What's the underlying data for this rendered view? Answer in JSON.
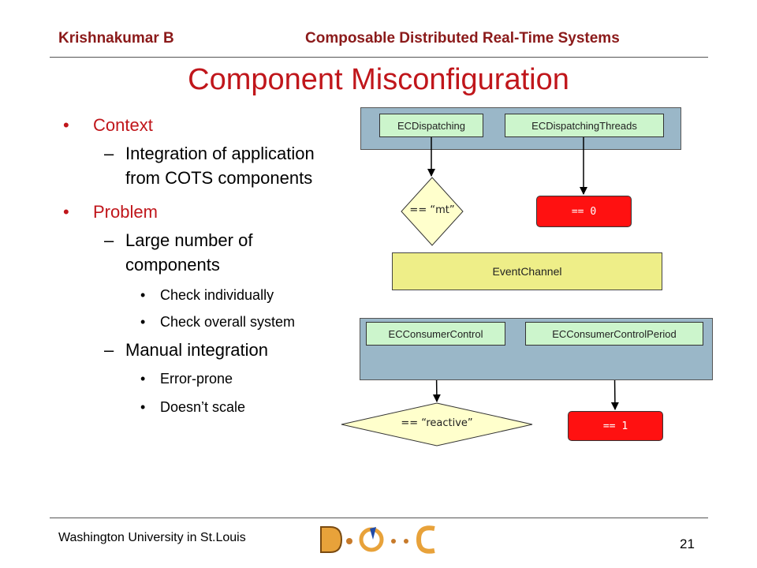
{
  "header": {
    "author": "Krishnakumar B",
    "course": "Composable Distributed Real-Time Systems"
  },
  "slide": {
    "title": "Component Misconfiguration"
  },
  "bullets": {
    "context": "Context",
    "context_sub_1": "Integration of application",
    "context_sub_2": "from COTS components",
    "problem": "Problem",
    "large_1": "Large number of",
    "large_2": "components",
    "check_individually": "Check individually",
    "check_overall": "Check overall system",
    "manual": "Manual integration",
    "error_prone": "Error-prone",
    "doesnt_scale": "Doesn’t scale",
    "dash": "–",
    "dot": "•"
  },
  "diagram": {
    "ec_dispatching": "ECDispatching",
    "ec_dispatching_threads": "ECDispatchingThreads",
    "cond_mt": "== “mt”",
    "cond_zero": "== 0",
    "event_channel": "EventChannel",
    "ec_consumer_control": "ECConsumerControl",
    "ec_consumer_control_period": "ECConsumerControlPeriod",
    "cond_reactive": "== “reactive”",
    "cond_one": "== 1"
  },
  "footer": {
    "institution": "Washington University in St.Louis",
    "page_number": "21",
    "logo_text": "DOC"
  },
  "colors": {
    "accent_red": "#c0161b",
    "header_red": "#8b1a1a",
    "container_blue": "#9ab7c8",
    "box_green": "#ccf5cc",
    "alert_red": "#ff1111",
    "channel_yellow": "#eeee88",
    "diamond_yellow": "#ffffcc"
  }
}
